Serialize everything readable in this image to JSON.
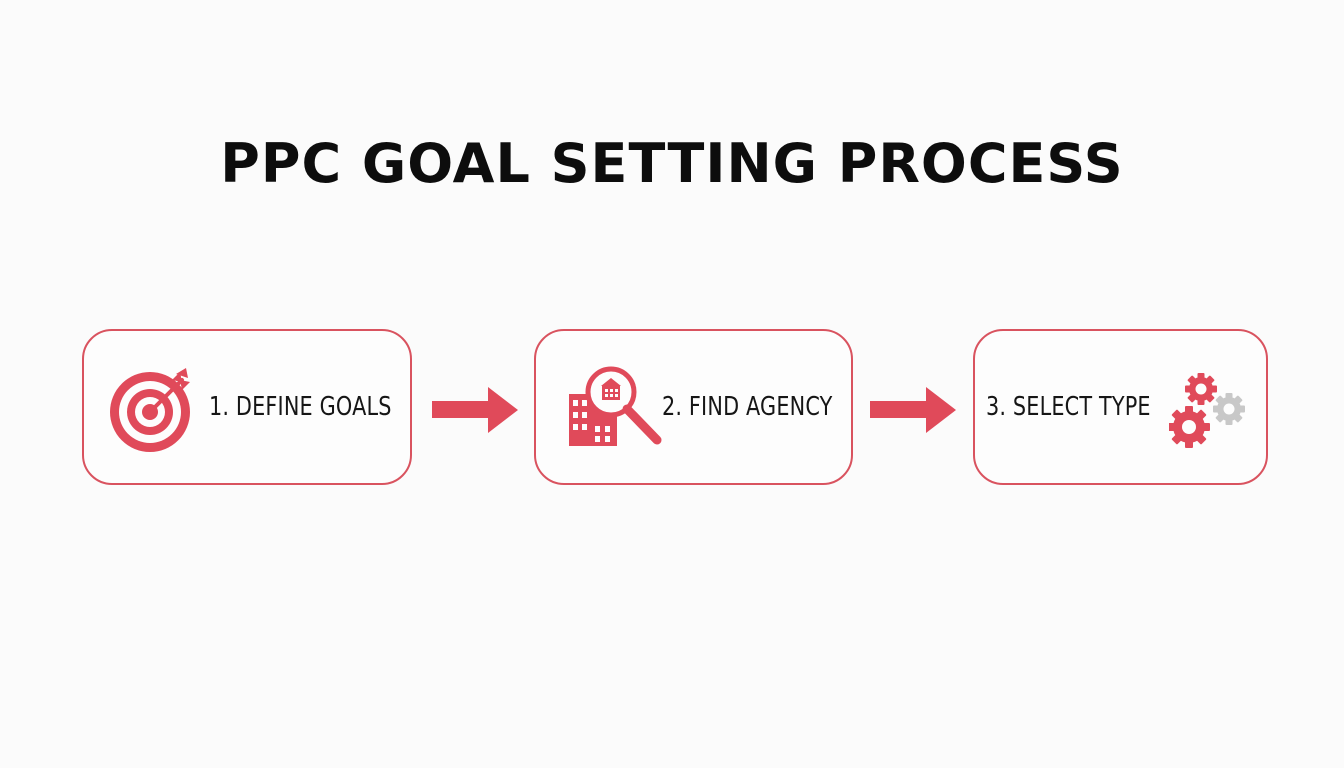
{
  "diagram": {
    "title": "PPC GOAL SETTING PROCESS",
    "steps": [
      {
        "label": "1. DEFINE GOALS",
        "icon": "target-arrow-icon"
      },
      {
        "label": "2. FIND AGENCY",
        "icon": "building-magnifier-icon"
      },
      {
        "label": "3. SELECT TYPE",
        "icon": "gears-icon"
      }
    ],
    "connectors": [
      "arrow-right-icon",
      "arrow-right-icon"
    ]
  },
  "colors": {
    "accent": "#d9535f",
    "arrow": "#e04a5a",
    "text": "#0d0d0d",
    "gear_secondary": "#c8c8c8",
    "background": "#fbfbfb"
  }
}
